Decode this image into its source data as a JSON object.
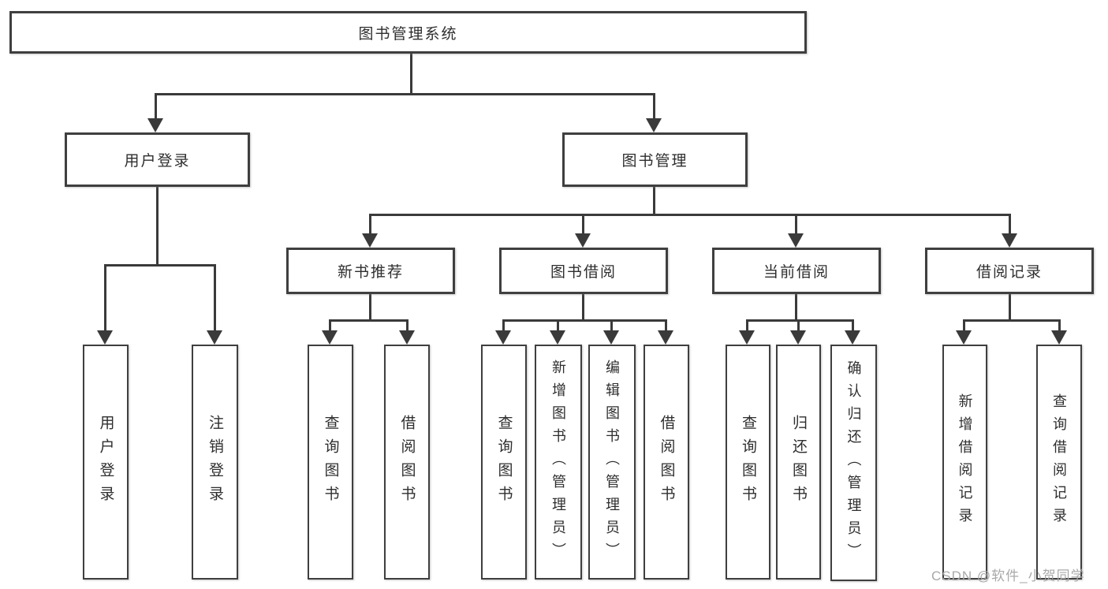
{
  "diagram": {
    "title": "图书管理系统",
    "watermark": "CSDN @软件_小贺同学",
    "colors": {
      "background": "#ffffff",
      "line": "#3a3a3a",
      "box_border": "#3f3f3f",
      "text": "#2e2e2e",
      "watermark": "#a9a9a9"
    },
    "nodes": {
      "root": {
        "label": "图书管理系统"
      },
      "user_login": {
        "label": "用户登录"
      },
      "book_management": {
        "label": "图书管理"
      },
      "new_book_recommend": {
        "label": "新书推荐"
      },
      "book_borrow": {
        "label": "图书借阅"
      },
      "current_borrow": {
        "label": "当前借阅"
      },
      "borrow_records": {
        "label": "借阅记录"
      },
      "leaf_user_login": {
        "label": "用户登录"
      },
      "leaf_logout": {
        "label": "注销登录"
      },
      "leaf_query_books_1": {
        "label": "查询图书"
      },
      "leaf_borrow_books_1": {
        "label": "借阅图书"
      },
      "leaf_query_books_2": {
        "label": "查询图书"
      },
      "leaf_add_books_admin": {
        "label": "新增图书（管理员）"
      },
      "leaf_edit_books_admin": {
        "label": "编辑图书（管理员）"
      },
      "leaf_borrow_books_2": {
        "label": "借阅图书"
      },
      "leaf_query_books_3": {
        "label": "查询图书"
      },
      "leaf_return_books": {
        "label": "归还图书"
      },
      "leaf_confirm_return_admin": {
        "label": "确认归还（管理员）"
      },
      "leaf_add_borrow_record": {
        "label": "新增借阅记录"
      },
      "leaf_query_borrow_record": {
        "label": "查询借阅记录"
      }
    }
  }
}
